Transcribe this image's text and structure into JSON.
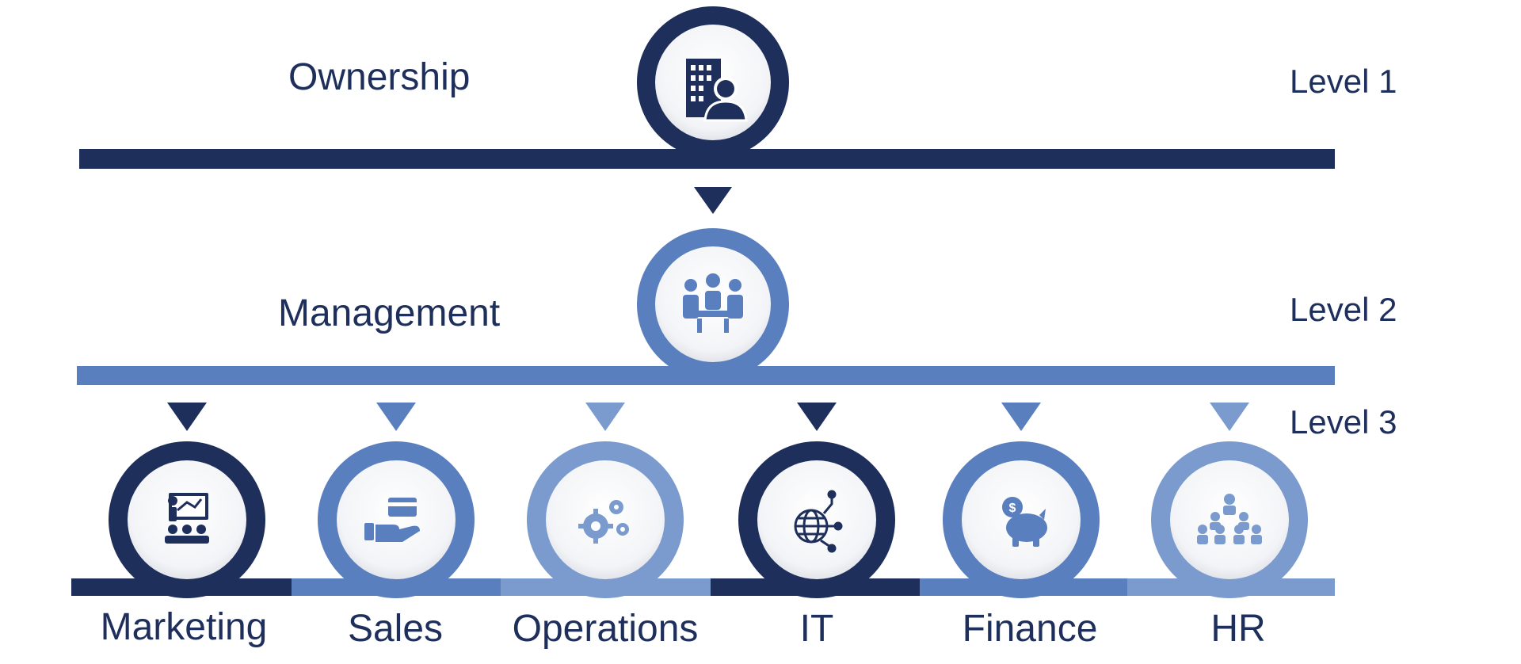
{
  "levels": [
    "Level 1",
    "Level 2",
    "Level 3"
  ],
  "ownership": {
    "label": "Ownership",
    "icon": "building-owner-icon",
    "color": "#1f2f5c"
  },
  "management": {
    "label": "Management",
    "icon": "team-meeting-icon",
    "color": "#5a7fbe"
  },
  "departments": [
    {
      "label": "Marketing",
      "icon": "presentation-icon",
      "color": "#1f2f5c"
    },
    {
      "label": "Sales",
      "icon": "hand-card-icon",
      "color": "#5a7fbe"
    },
    {
      "label": "Operations",
      "icon": "gears-icon",
      "color": "#7b9bcf"
    },
    {
      "label": "IT",
      "icon": "globe-network-icon",
      "color": "#1f2f5c"
    },
    {
      "label": "Finance",
      "icon": "piggy-bank-icon",
      "color": "#5a7fbe"
    },
    {
      "label": "HR",
      "icon": "people-hierarchy-icon",
      "color": "#7b9bcf"
    }
  ],
  "palette": {
    "dark": "#1f2f5c",
    "mid": "#5a7fbe",
    "light": "#7b9bcf"
  }
}
